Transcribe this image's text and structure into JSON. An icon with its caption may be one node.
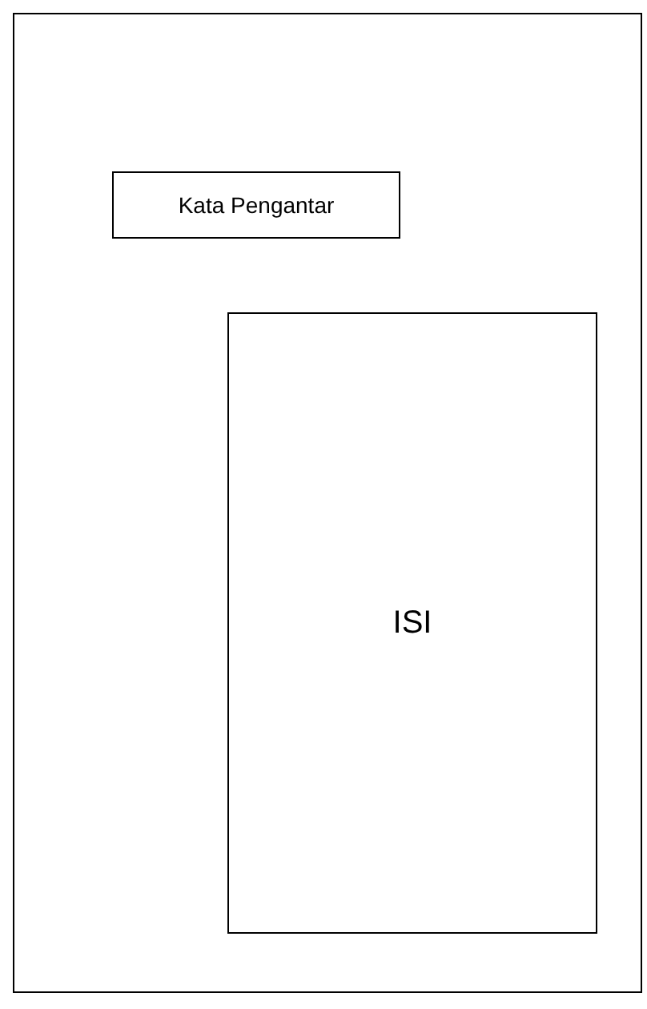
{
  "diagram": {
    "nodes": [
      {
        "text": [],
        "shape": "box"
      },
      {
        "text": [
          "Kata Pengantar"
        ],
        "in": 0
      },
      {
        "text": [
          "ISI"
        ],
        "in": 0
      }
    ]
  }
}
